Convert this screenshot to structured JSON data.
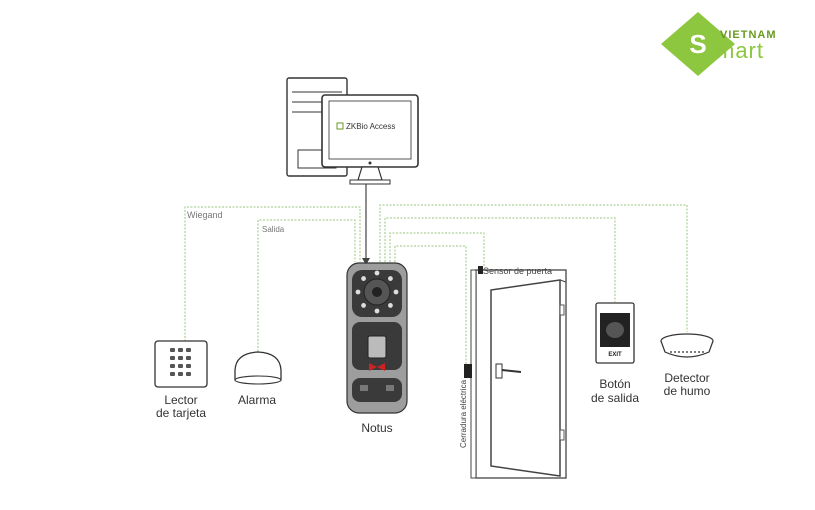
{
  "logo": {
    "top": "VIETNAM",
    "main": "mart",
    "letter": "S",
    "colors": {
      "green": "#8dc63f",
      "dark": "#6a9a24"
    }
  },
  "software": {
    "name": "ZKBio Access"
  },
  "lines": {
    "wiegand": "Wiegand",
    "salida": "Salida"
  },
  "devices": {
    "card_reader": [
      "Lector",
      "de tarjeta"
    ],
    "alarm": "Alarma",
    "notus": "Notus",
    "door_sensor": "Sensor de puerta",
    "electric_lock": "Cerradura eléctrica",
    "exit_button": [
      "Botón",
      "de salida"
    ],
    "smoke_detector": [
      "Detector",
      "de humo"
    ]
  },
  "exit_button_text": "EXIT",
  "colors": {
    "wire": "#9bc57e",
    "line": "#444444"
  }
}
